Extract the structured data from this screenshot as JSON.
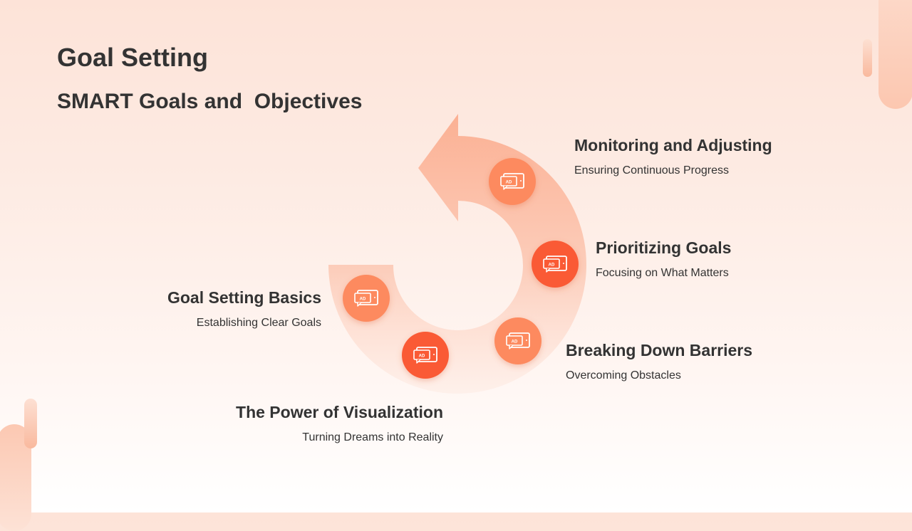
{
  "header": {
    "title": "Goal Setting",
    "subtitle": "SMART Goals and  Objectives"
  },
  "colors": {
    "node_dark": "#fa5a34",
    "node_light": "#fd8a5e",
    "arrow": "#fbb59b",
    "text": "#333333"
  },
  "nodes": [
    {
      "id": "monitoring",
      "heading": "Monitoring and Adjusting",
      "subtext": "Ensuring Continuous Progress",
      "icon": "ad-screen-icon",
      "shade": "light"
    },
    {
      "id": "prioritizing",
      "heading": "Prioritizing Goals",
      "subtext": "Focusing on What Matters",
      "icon": "ad-screen-icon",
      "shade": "dark"
    },
    {
      "id": "breaking",
      "heading": "Breaking Down Barriers",
      "subtext": "Overcoming Obstacles",
      "icon": "ad-screen-icon",
      "shade": "light"
    },
    {
      "id": "visualization",
      "heading": "The Power of Visualization",
      "subtext": "Turning Dreams into Reality",
      "icon": "ad-screen-icon",
      "shade": "dark"
    },
    {
      "id": "basics",
      "heading": "Goal Setting Basics",
      "subtext": "Establishing Clear Goals",
      "icon": "ad-screen-icon",
      "shade": "light"
    }
  ],
  "icon_text": "AD"
}
